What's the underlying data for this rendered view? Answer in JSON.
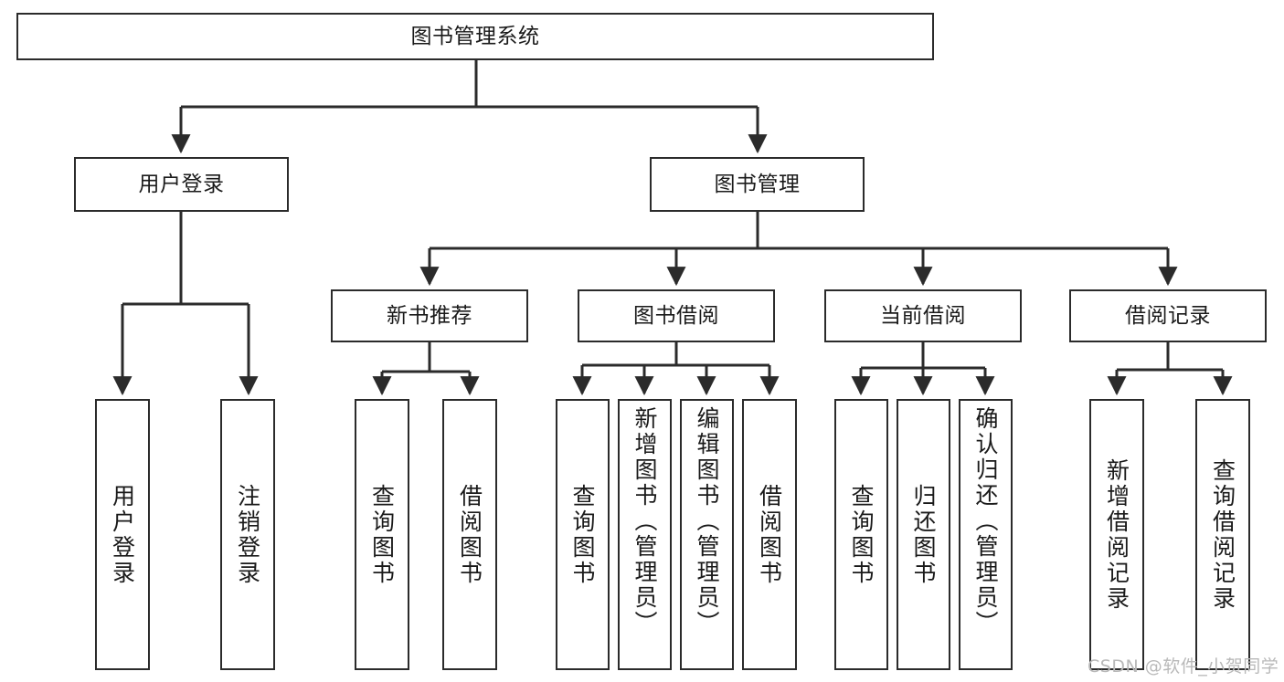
{
  "diagram": {
    "title": "图书管理系统",
    "type": "tree-hierarchy-diagram",
    "nodes": {
      "root": {
        "label": "图书管理系统"
      },
      "level2": [
        {
          "id": "user-login",
          "label": "用户登录"
        },
        {
          "id": "book-management",
          "label": "图书管理"
        }
      ],
      "level3": [
        {
          "id": "new-book-recommend",
          "label": "新书推荐"
        },
        {
          "id": "book-borrow",
          "label": "图书借阅"
        },
        {
          "id": "current-borrow",
          "label": "当前借阅"
        },
        {
          "id": "borrow-record",
          "label": "借阅记录"
        }
      ],
      "leaves": {
        "user-login": [
          {
            "id": "leaf-user-login",
            "label": "用户登录"
          },
          {
            "id": "leaf-logout-login",
            "label": "注销登录"
          }
        ],
        "new-book-recommend": [
          {
            "id": "leaf-query-book-1",
            "label": "查询图书"
          },
          {
            "id": "leaf-borrow-book-1",
            "label": "借阅图书"
          }
        ],
        "book-borrow": [
          {
            "id": "leaf-query-book-2",
            "label": "查询图书"
          },
          {
            "id": "leaf-add-book",
            "label": "新增图书（管理员）"
          },
          {
            "id": "leaf-edit-book",
            "label": "编辑图书（管理员）"
          },
          {
            "id": "leaf-borrow-book-2",
            "label": "借阅图书"
          }
        ],
        "current-borrow": [
          {
            "id": "leaf-query-book-3",
            "label": "查询图书"
          },
          {
            "id": "leaf-return-book",
            "label": "归还图书"
          },
          {
            "id": "leaf-confirm-return",
            "label": "确认归还（管理员）"
          }
        ],
        "borrow-record": [
          {
            "id": "leaf-add-record",
            "label": "新增借阅记录"
          },
          {
            "id": "leaf-query-record",
            "label": "查询借阅记录"
          }
        ]
      }
    },
    "colors": {
      "stroke": "#2b2b2b",
      "background": "#ffffff",
      "text": "#1a1a1a",
      "watermark": "#b9b9b9"
    }
  },
  "watermark": {
    "text": "CSDN @软件_小贺同学"
  }
}
